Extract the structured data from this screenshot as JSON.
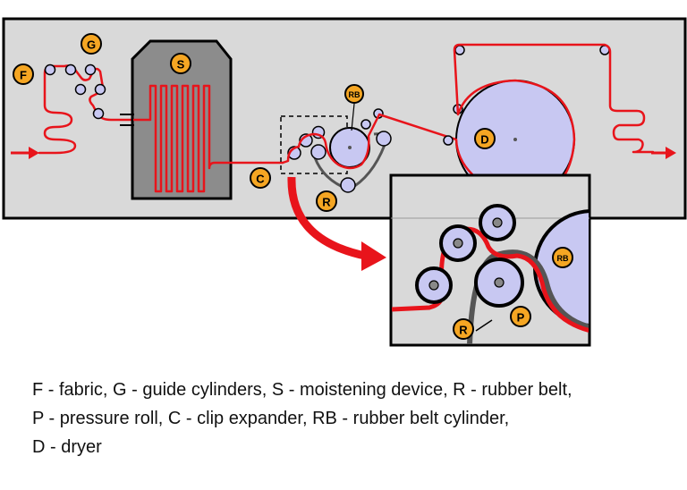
{
  "labels": {
    "fabric": "F",
    "guide_cylinders": "G",
    "moistening_device": "S",
    "rubber_belt_cylinder": "RB",
    "dryer": "D",
    "clip_expander": "C",
    "rubber_belt": "R",
    "pressure_roll": "P"
  },
  "legend": {
    "line1": "F - fabric, G - guide cylinders, S - moistening device, R - rubber belt,",
    "line2": "P - pressure roll, C - clip expander, RB - rubber belt cylinder,",
    "line3": "D - dryer"
  },
  "colors": {
    "machine_bg": "#d9d9d9",
    "fabric": "#e8141b",
    "label_fill": "#f5a623",
    "roll_fill": "#c8c8f2",
    "steamer": "#8c8c8c"
  }
}
